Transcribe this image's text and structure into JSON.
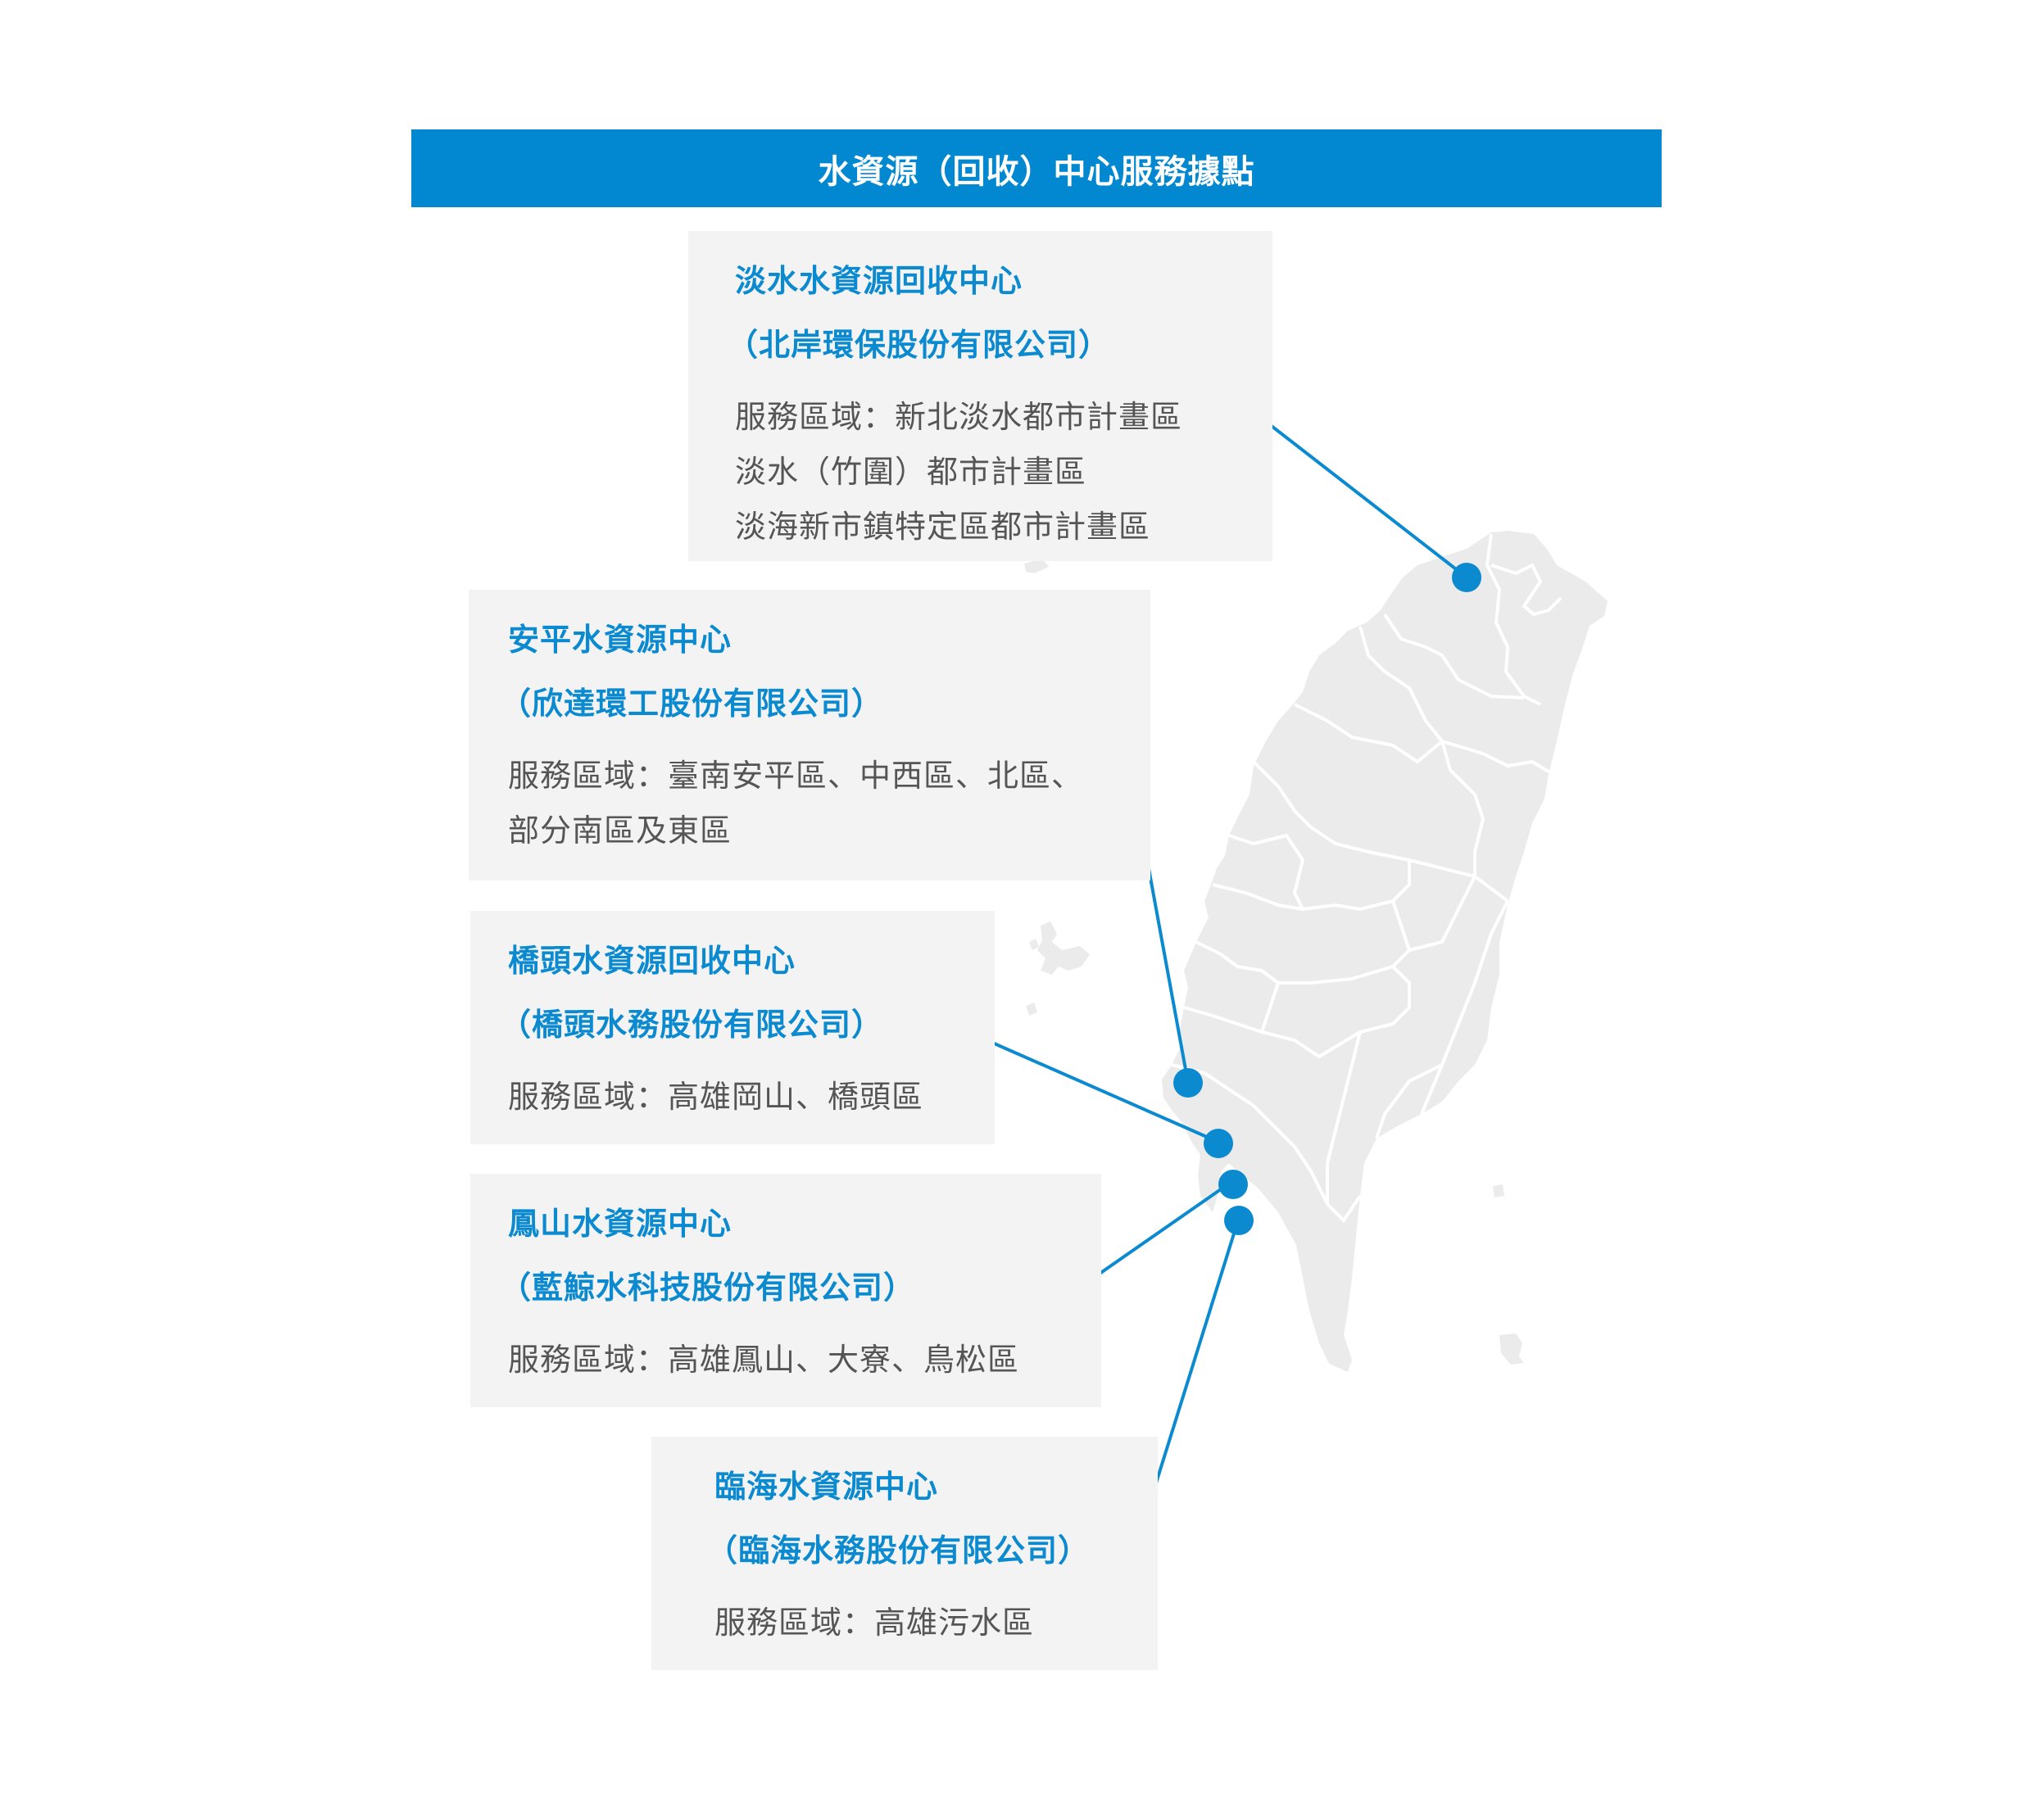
{
  "title": "水資源（回收）中心服務據點",
  "colors": {
    "accent": "#0b8ad0",
    "banner": "#0288d1",
    "card_bg": "#f3f3f3",
    "land": "#ebebeb",
    "border_lines": "#ffffff",
    "body_text": "#555555"
  },
  "centers": [
    {
      "name": "淡水水資源回收中心",
      "company": "（北岸環保股份有限公司）",
      "service_lines": [
        "服務區域：新北淡水都市計畫區",
        "淡水（竹圍）都市計畫區",
        "淡海新市鎮特定區都市計畫區"
      ]
    },
    {
      "name": "安平水資源中心",
      "company": "（欣達環工股份有限公司）",
      "service_lines": [
        "服務區域：臺南安平區、中西區、北區、",
        "部分南區及東區"
      ]
    },
    {
      "name": "橋頭水資源回收中心",
      "company": "（橋頭水務股份有限公司）",
      "service_lines": [
        "服務區域：高雄岡山、橋頭區"
      ]
    },
    {
      "name": "鳳山水資源中心",
      "company": "（藍鯨水科技股份有限公司）",
      "service_lines": [
        "服務區域：高雄鳳山、大寮、鳥松區"
      ]
    },
    {
      "name": "臨海水資源中心",
      "company": "（臨海水務股份有限公司）",
      "service_lines": [
        "服務區域：高雄污水區"
      ]
    }
  ]
}
